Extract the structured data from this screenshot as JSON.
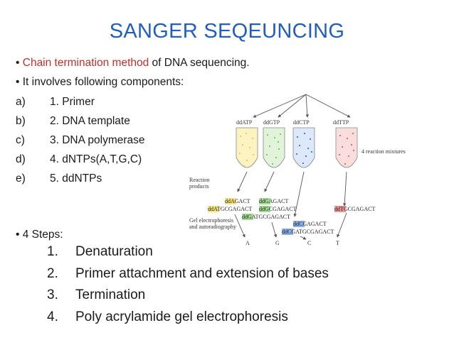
{
  "title": "SANGER SEQEUNCING",
  "bullets": [
    {
      "bullet": "•",
      "highlight": "Chain termination method",
      "rest": " of DNA sequencing."
    },
    {
      "bullet": "•",
      "highlight": "",
      "rest": "It involves following components:"
    }
  ],
  "components": [
    {
      "label": "a)",
      "text": "1. Primer"
    },
    {
      "label": "b)",
      "text": "2. DNA template"
    },
    {
      "label": "c)",
      "text": "3. DNA polymerase"
    },
    {
      "label": "d)",
      "text": "4.  dNTPs(A,T,G,C)"
    },
    {
      "label": "e)",
      "text": "5.  ddNTPs"
    }
  ],
  "steps_heading": "• 4 Steps:",
  "steps": [
    {
      "num": "1.",
      "text": "Denaturation"
    },
    {
      "num": "2.",
      "text": "Primer attachment and extension of bases"
    },
    {
      "num": "3.",
      "text": "Termination"
    },
    {
      "num": "4.",
      "text": "Poly acrylamide gel electrophoresis"
    }
  ],
  "diagram": {
    "tubes": [
      {
        "label": "ddATP",
        "color": "#f2d94c"
      },
      {
        "label": "ddGTP",
        "color": "#7fcf6b"
      },
      {
        "label": "ddCTP",
        "color": "#5b8fe0"
      },
      {
        "label": "ddTTP",
        "color": "#e66a6a"
      }
    ],
    "mixtures_label": "4 reaction mixtures",
    "products_label": [
      "Reaction",
      "products"
    ],
    "gel_label": [
      "Gel electrophoresis",
      "and autoradiography"
    ],
    "bands": [
      {
        "prefix": "ddA",
        "suffix": "GACT",
        "color": "#f2d94c"
      },
      {
        "prefix": "ddG",
        "suffix": "AGACT",
        "color": "#7fcf6b"
      },
      {
        "prefix": "ddA",
        "suffix": "TGCGAGACT",
        "color": "#f2d94c"
      },
      {
        "prefix": "ddG",
        "suffix": "CGAGACT",
        "color": "#7fcf6b"
      },
      {
        "prefix": "ddT",
        "suffix": "GCGAGACT",
        "color": "#e66a6a"
      },
      {
        "prefix": "ddG",
        "suffix": "ATGCGAGACT",
        "color": "#7fcf6b"
      },
      {
        "prefix": "ddC",
        "suffix": "GAGACT",
        "color": "#5b8fe0"
      },
      {
        "prefix": "ddC",
        "suffix": "GATGCGAGACT",
        "color": "#5b8fe0"
      }
    ],
    "lanes": [
      "A",
      "G",
      "C",
      "T"
    ]
  }
}
